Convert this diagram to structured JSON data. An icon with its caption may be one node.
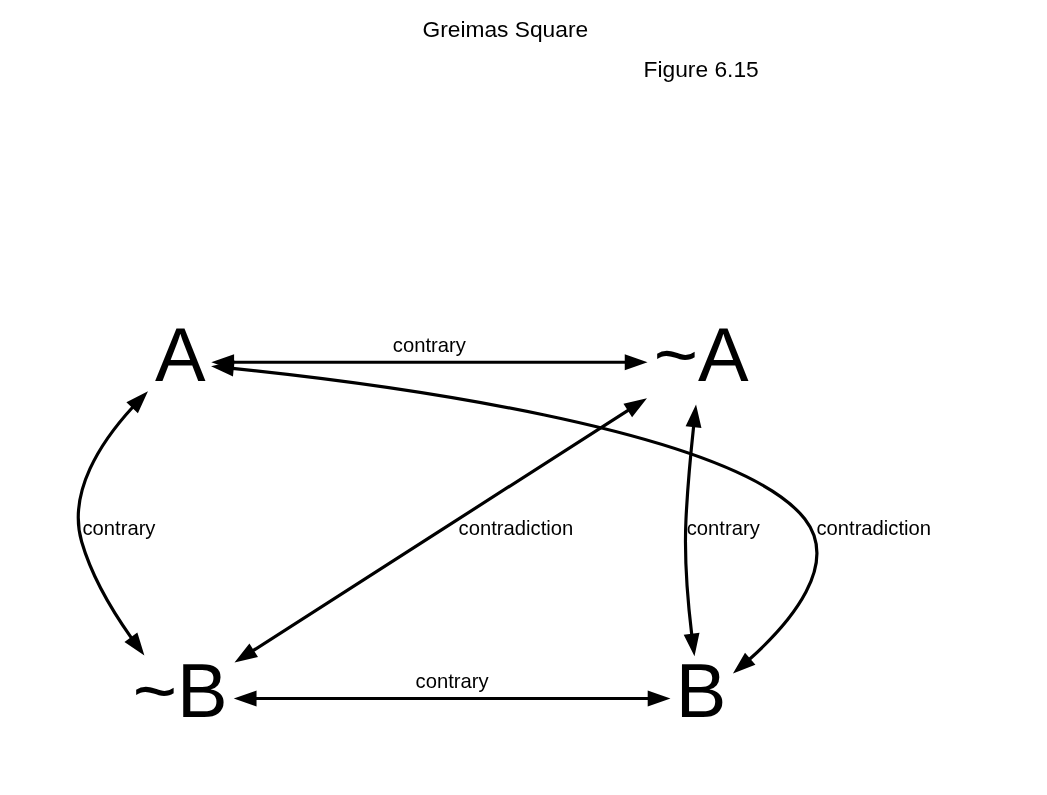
{
  "diagram": {
    "title": "Greimas Square",
    "nodes": [
      {
        "text": [
          "A"
        ]
      },
      {
        "text": [
          "~A"
        ]
      },
      {
        "text": [
          "~B"
        ]
      },
      {
        "text": [
          "B"
        ]
      }
    ],
    "edges": [
      {
        "from": 0,
        "to": 1,
        "arrow": "both",
        "label": "contrary"
      },
      {
        "from": 0,
        "to": 3,
        "arrow": "both",
        "label": "contradiction"
      },
      {
        "from": 2,
        "to": 1,
        "arrow": "both",
        "label": "contradiction"
      },
      {
        "from": 0,
        "to": 2,
        "arrow": "both",
        "label": "contrary"
      },
      {
        "from": 1,
        "to": 3,
        "arrow": "both",
        "label": "contrary"
      },
      {
        "from": 2,
        "to": 3,
        "arrow": "both",
        "label": "contrary"
      }
    ],
    "labels": [
      "Figure 6.15"
    ]
  }
}
